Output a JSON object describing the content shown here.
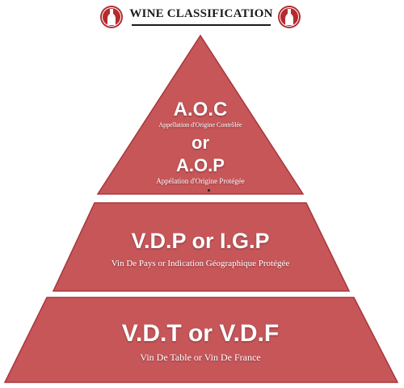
{
  "title": "WINE CLASSIFICATION",
  "colors": {
    "tier_fill": "#c75659",
    "tier_edge": "#a8363c",
    "badge": "#b52a2e"
  },
  "icons": {
    "left_badge": "wine-bottle-badge-icon",
    "right_badge": "wine-bottle-badge-icon"
  },
  "tiers": {
    "top": {
      "line1": "A.O.C",
      "line1_sub": "Appellation d'Origine Contrôlée",
      "connector": "or",
      "line2": "A.O.P",
      "line2_sub": "Appélation d'Origine Protégée"
    },
    "middle": {
      "title": "V.D.P or I.G.P",
      "subtitle": "Vin De Pays or Indication Géographique Protégée"
    },
    "bottom": {
      "title": "V.D.T or V.D.F",
      "subtitle": "Vin De Table or Vin De France"
    }
  }
}
